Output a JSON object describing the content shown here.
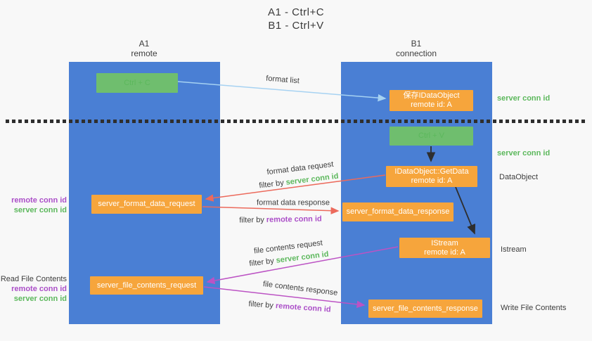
{
  "title": {
    "line1": "A1 - Ctrl+C",
    "line2": "B1 - Ctrl+V"
  },
  "lanes": {
    "left": {
      "title": "A1",
      "subtitle": "remote"
    },
    "right": {
      "title": "B1",
      "subtitle": "connection"
    }
  },
  "nodes": {
    "ctrl_c": "Ctrl + C",
    "ctrl_v": "Ctrl + V",
    "save_idata": {
      "line1": "保存IDataObject",
      "line2": "remote id: A"
    },
    "getdata": {
      "line1": "IDataObject::GetData",
      "line2": "remote id: A"
    },
    "istream": {
      "line1": "IStream",
      "line2": "remote id: A"
    },
    "format_request": "server_format_data_request",
    "format_response": "server_format_data_response",
    "file_request": "server_file_contents_request",
    "file_response": "server_file_contents_response"
  },
  "labels": {
    "format_list": "format list",
    "format_data_request": "format data request",
    "format_data_response": "format data response",
    "file_contents_request": "file contents request",
    "file_contents_response": "file contents response",
    "filter_by": "filter by",
    "server_conn_id": "server conn id",
    "remote_conn_id": "remote conn id",
    "dataobject": "DataObject",
    "istream": "Istream",
    "read_file_contents": "Read File Contents",
    "write_file_contents": "Write File Contents"
  },
  "colors": {
    "lane_blue": "#4a7fd4",
    "node_green": "#6fbe6e",
    "node_orange": "#f6a53c",
    "arrow_light_blue": "#a6d2f2",
    "arrow_red": "#ec6a5c",
    "arrow_magenta": "#bc53c4",
    "arrow_black": "#2e2e2e",
    "text_green": "#5cb85c",
    "text_purple": "#ab4fc8",
    "text_dark": "#3d3d3d"
  }
}
